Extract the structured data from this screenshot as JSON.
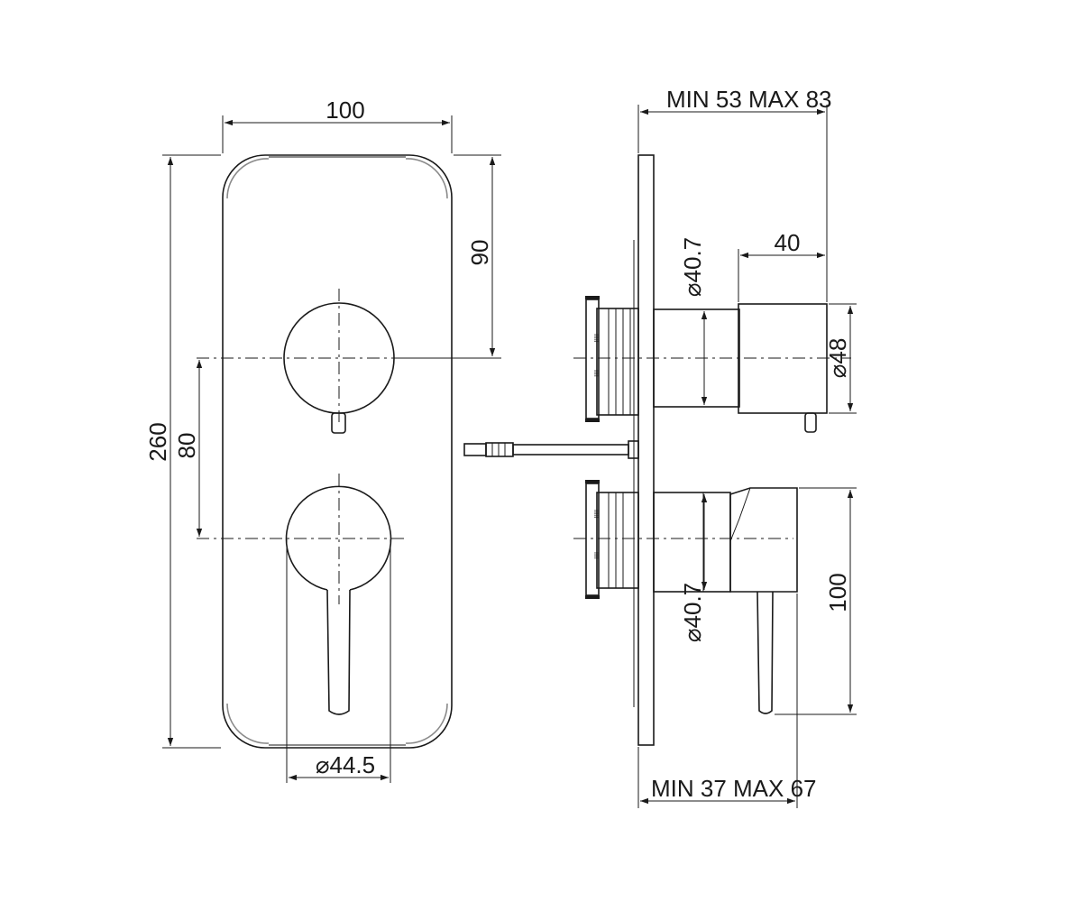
{
  "front_view": {
    "width_label": "100",
    "height_label": "260",
    "top_to_center_label": "90",
    "center_spacing_label": "80",
    "handle_diameter_label": "⌀44.5"
  },
  "side_view": {
    "top_depth_label": "MIN 53 MAX 83",
    "bottom_depth_label": "MIN 37 MAX 67",
    "body_length_label": "40",
    "top_body_diameter_label": "⌀40.7",
    "top_handle_diameter_label": "⌀48",
    "bottom_body_diameter_label": "⌀40.7",
    "bottom_handle_length_label": "100"
  },
  "colors": {
    "line": "#1a1a1a",
    "plate_shadow": "#8a8a8a"
  }
}
